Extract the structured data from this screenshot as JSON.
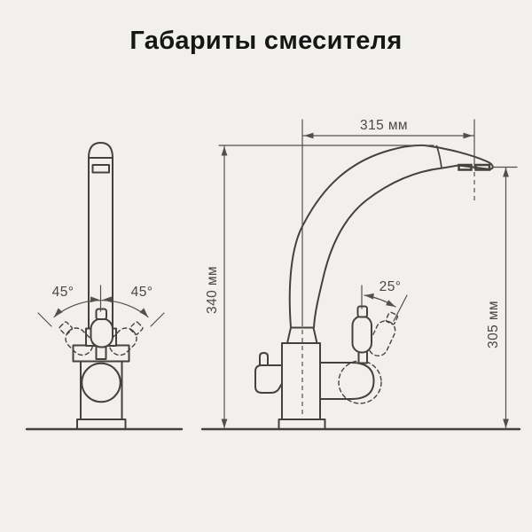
{
  "title": "Габариты смесителя",
  "colors": {
    "background": "#f2f0ed",
    "drawing_line": "#45423d",
    "dimension_line": "#53504b",
    "label_text": "#4c4944",
    "title_text": "#161616"
  },
  "front_view": {
    "swing_angle_left": "45°",
    "swing_angle_right": "45°"
  },
  "side_view": {
    "spout_reach": "315 мм",
    "total_height": "340 мм",
    "spout_height": "305 мм",
    "handle_tilt_angle": "25°"
  }
}
